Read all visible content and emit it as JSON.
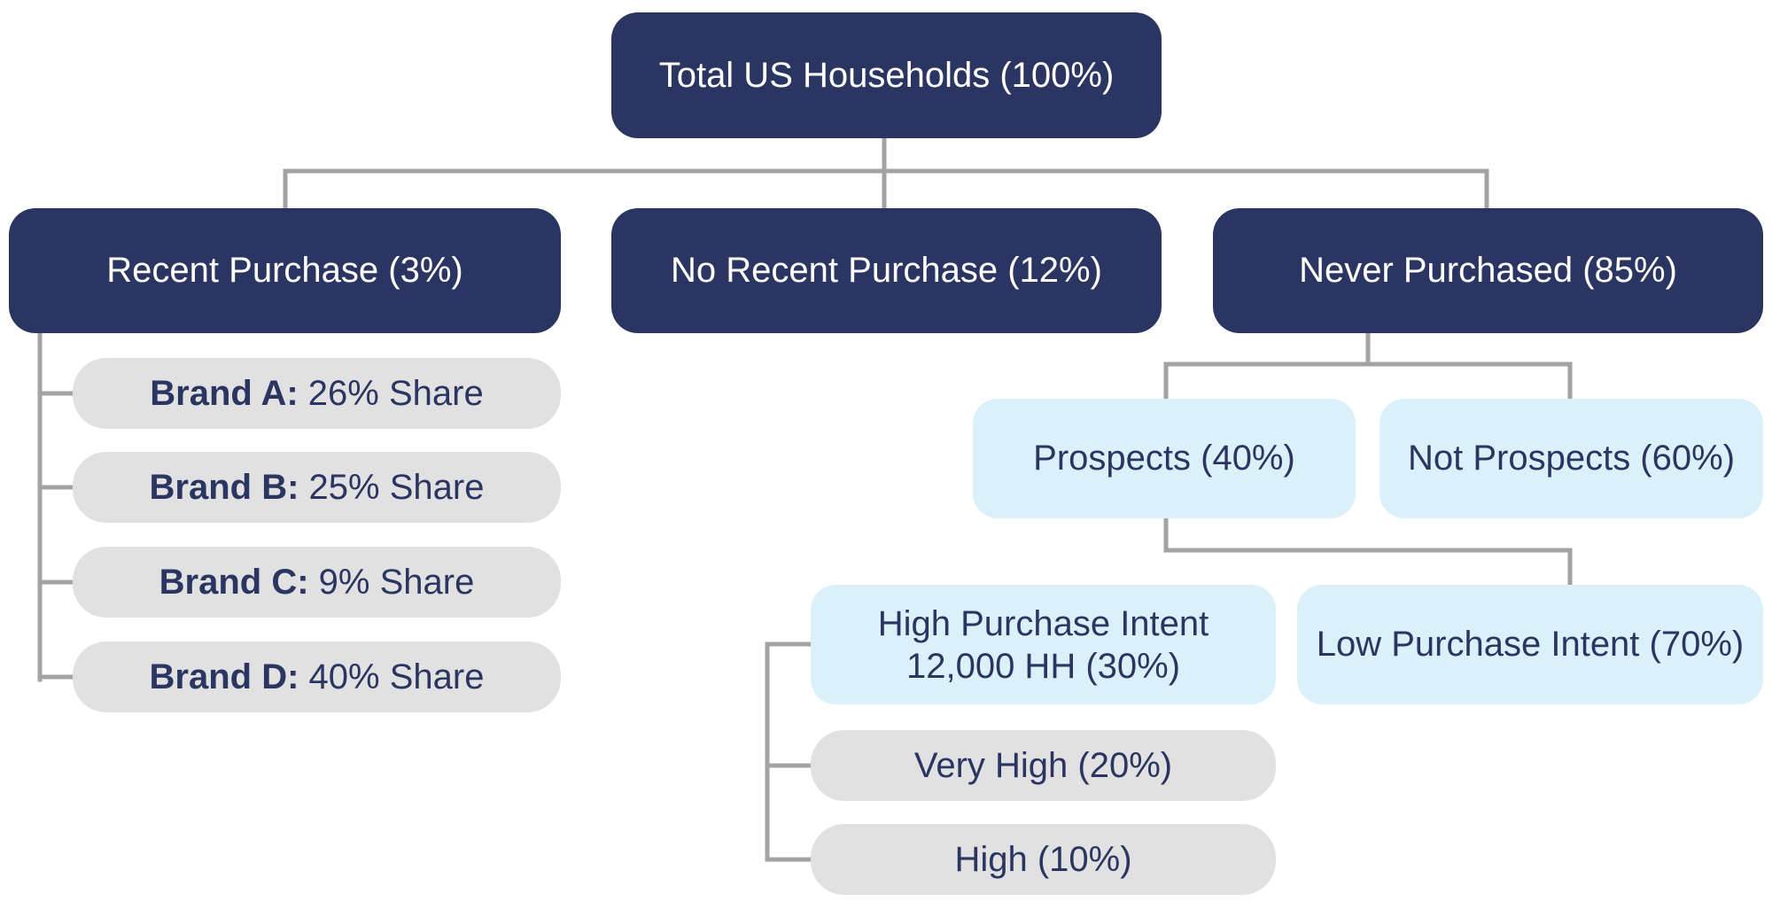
{
  "root": {
    "label": "Total US Households (100%)"
  },
  "level1": [
    {
      "label": "Recent Purchase (3%)"
    },
    {
      "label": "No Recent Purchase (12%)"
    },
    {
      "label": "Never Purchased (85%)"
    }
  ],
  "brands": [
    {
      "name": "Brand A:",
      "share": "26% Share"
    },
    {
      "name": "Brand B:",
      "share": "25% Share"
    },
    {
      "name": "Brand C:",
      "share": "9% Share"
    },
    {
      "name": "Brand D:",
      "share": "40% Share"
    }
  ],
  "never_purchased_children": [
    {
      "label": "Prospects (40%)"
    },
    {
      "label": "Not Prospects (60%)"
    }
  ],
  "prospect_children": {
    "high_intent": {
      "line1": "High Purchase Intent",
      "line2": "12,000 HH (30%)"
    },
    "low_intent": {
      "label": "Low Purchase Intent (70%)"
    }
  },
  "high_intent_breakdown": [
    {
      "label": "Very High (20%)"
    },
    {
      "label": "High (10%)"
    }
  ],
  "colors": {
    "dark_node": "#2b3561",
    "light_node": "#dbf1fa",
    "grey_node": "#e1e1e1",
    "connector": "#a3a3a3"
  }
}
